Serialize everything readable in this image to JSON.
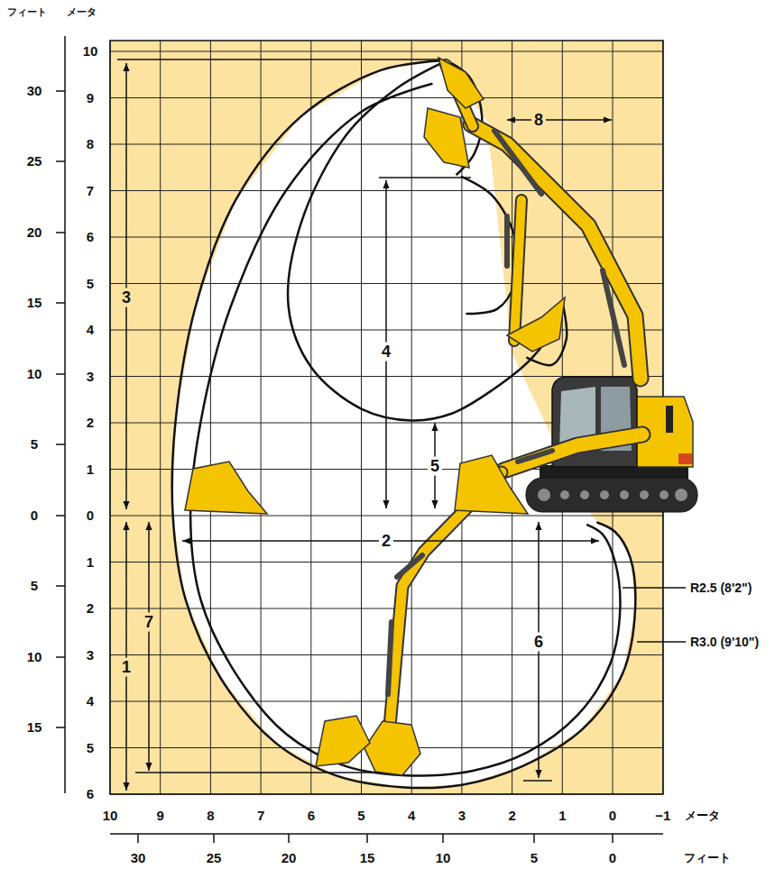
{
  "diagram": {
    "labels": [
      "フィート",
      "メータ",
      "30",
      "25",
      "20",
      "15",
      "10",
      "5",
      "0",
      "5",
      "10",
      "15",
      "10",
      "9",
      "8",
      "7",
      "6",
      "5",
      "4",
      "3",
      "2",
      "1",
      "0",
      "1",
      "2",
      "3",
      "4",
      "5",
      "6",
      "10",
      "9",
      "8",
      "7",
      "6",
      "5",
      "4",
      "3",
      "2",
      "1",
      "0",
      "−1",
      "メータ",
      "30",
      "25",
      "20",
      "15",
      "10",
      "5",
      "0",
      "フィート",
      "3",
      "4",
      "8",
      "5",
      "2",
      "1",
      "7",
      "6",
      "R2.5 (8'2\")",
      "R3.0 (9'10\")"
    ]
  }
}
